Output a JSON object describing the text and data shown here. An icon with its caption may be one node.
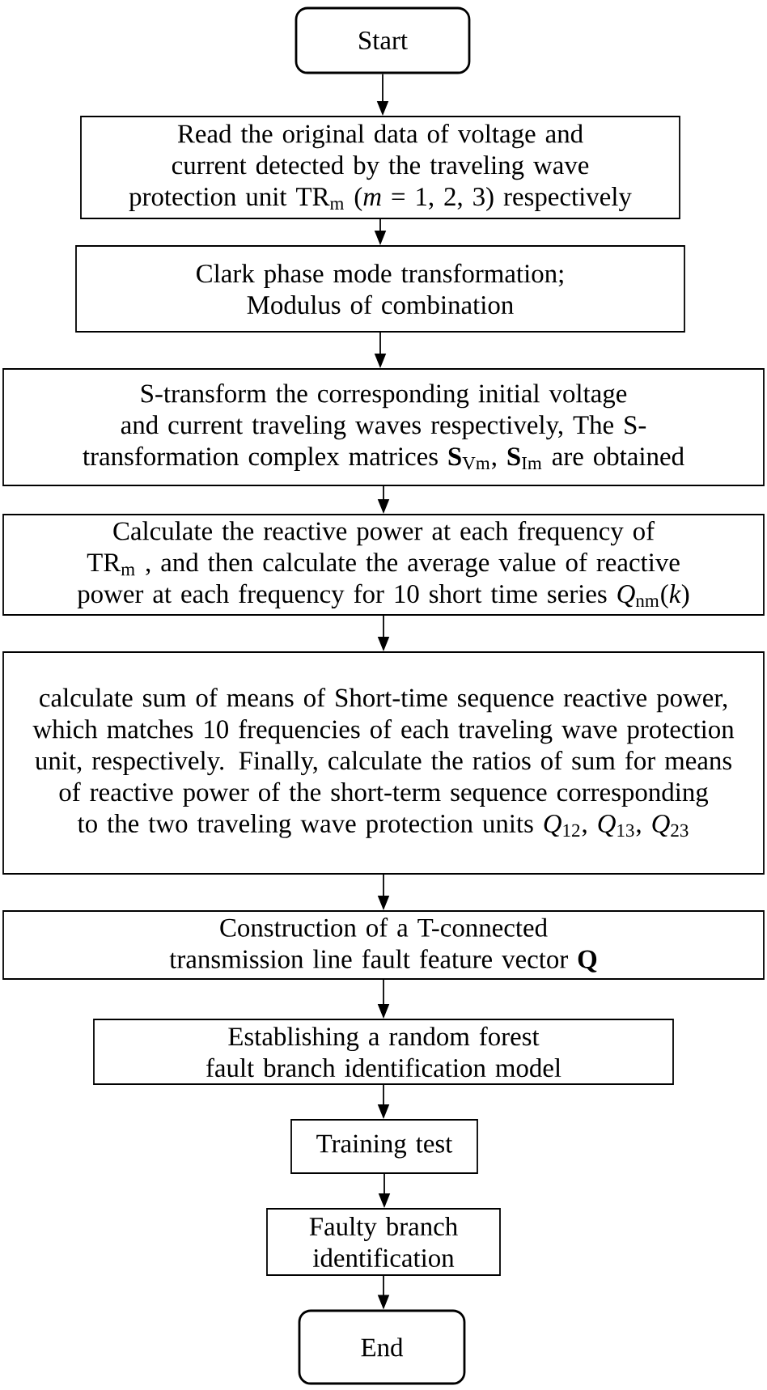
{
  "diagram": {
    "nodes": [
      {
        "text": [
          "Start"
        ]
      },
      {
        "text": [
          "Read the original data of voltage and current detected by the traveling wave protection unit TR$_{m}$ (*m* = 1, 2, 3) respectively"
        ]
      },
      {
        "text": [
          "Clark phase mode transformation; Modulus of combination"
        ]
      },
      {
        "text": [
          "S-transform the corresponding initial voltage and current traveling waves respectively, The S-transformation complex matrices **S**$_{Vm}$, **S**$_{Im}$ are obtained"
        ]
      },
      {
        "text": [
          "Calculate the reactive power at each frequency of TR$_{m}$ , and then calculate the average value of reactive power at each frequency for 10 short time series *Q*$_{nm}$(*k*)"
        ]
      },
      {
        "text": [
          "calculate sum of means of Short-time sequence reactive power, which matches 10 frequencies of each traveling wave protection unit, respectively. Finally, calculate the ratios of sum for means of reactive power of the short-term sequence corresponding to the two traveling wave protection units *Q*$_{12}$, *Q*$_{13}$, *Q*$_{23}$"
        ]
      },
      {
        "text": [
          "Construction of a T-connected transmission line fault feature vector **Q**"
        ]
      },
      {
        "text": [
          "Establishing a random forest fault branch identification model"
        ]
      },
      {
        "text": [
          "Training test"
        ]
      },
      {
        "text": [
          "Faulty branch identification"
        ]
      },
      {
        "text": [
          "End"
        ]
      }
    ],
    "edges": [
      {
        "from": 0,
        "to": 1,
        "arrow": "to"
      },
      {
        "from": 1,
        "to": 2,
        "arrow": "to"
      },
      {
        "from": 2,
        "to": 3,
        "arrow": "to"
      },
      {
        "from": 3,
        "to": 4,
        "arrow": "to"
      },
      {
        "from": 4,
        "to": 5,
        "arrow": "to"
      },
      {
        "from": 5,
        "to": 6,
        "arrow": "to"
      },
      {
        "from": 6,
        "to": 7,
        "arrow": "to"
      },
      {
        "from": 7,
        "to": 8,
        "arrow": "to"
      },
      {
        "from": 8,
        "to": 9,
        "arrow": "to"
      },
      {
        "from": 9,
        "to": 10,
        "arrow": "to"
      }
    ]
  }
}
